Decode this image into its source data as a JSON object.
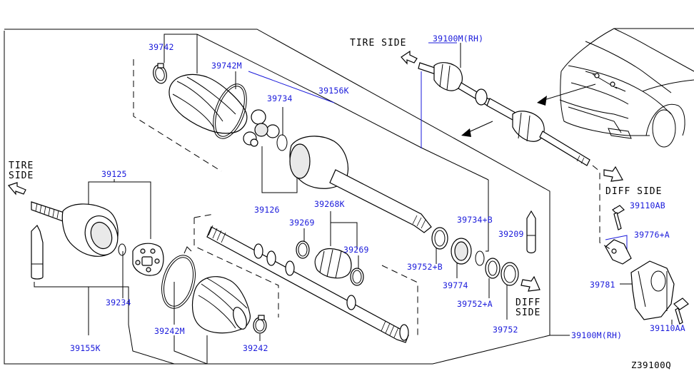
{
  "diagram_code": "Z39100Q",
  "directions": {
    "tire_side_top": "TIRE SIDE",
    "tire_side_left_1": "TIRE",
    "tire_side_left_2": "SIDE",
    "diff_side_right": "DIFF SIDE",
    "diff_side_mid_1": "DIFF",
    "diff_side_mid_2": "SIDE"
  },
  "part_labels": {
    "p39742": "39742",
    "p39742M": "39742M",
    "p39734": "39734",
    "p39156K": "39156K",
    "p39100M_RH_top": "39100M(RH)",
    "p39125": "39125",
    "p39126": "39126",
    "p39268K": "39268K",
    "p39269_a": "39269",
    "p39269_b": "39269",
    "p39734B": "39734+B",
    "p39209": "39209",
    "p39110AB": "39110AB",
    "p39776A": "39776+A",
    "p39752B": "39752+B",
    "p39774": "39774",
    "p39752A": "39752+A",
    "p39752": "39752",
    "p39781": "39781",
    "p39234": "39234",
    "p39242M": "39242M",
    "p39242": "39242",
    "p39155K": "39155K",
    "p39100M_RH_bottom": "39100M(RH)",
    "p39110AA": "39110AA"
  },
  "colors": {
    "part_number": "#1a1adb",
    "line_art": "#000000",
    "background": "#ffffff"
  }
}
